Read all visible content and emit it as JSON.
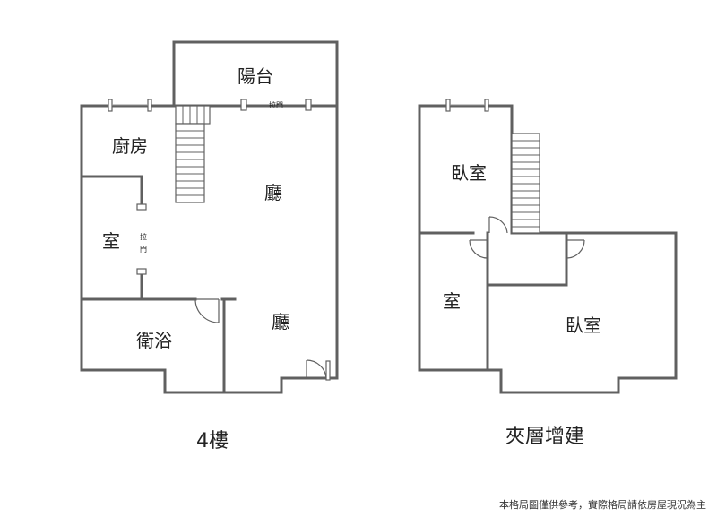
{
  "floor_4": {
    "caption": "4樓",
    "rooms": {
      "balcony": "陽台",
      "kitchen": "廚房",
      "room": "室",
      "bath": "衛浴",
      "living_upper": "廳",
      "living_lower": "廳"
    },
    "sliding_door_top": "拉門",
    "sliding_door_left_1": "拉",
    "sliding_door_left_2": "門"
  },
  "mezzanine": {
    "caption": "夾層增建",
    "rooms": {
      "bedroom_upper": "臥室",
      "room": "室",
      "bedroom_lower": "臥室"
    }
  },
  "disclaimer": "本格局圖僅供參考，實際格局請依房屋現況為主"
}
